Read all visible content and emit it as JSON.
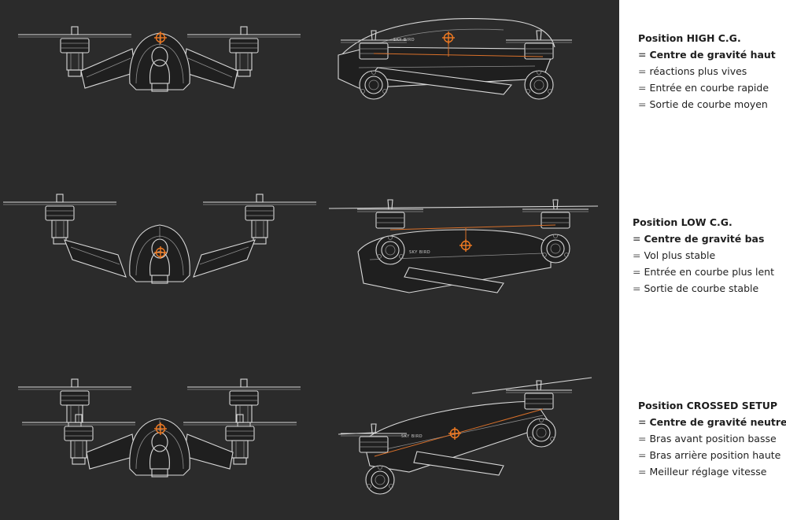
{
  "brand_logo": "SKY BIRD",
  "accent_color": "#f07a22",
  "panel_color": "#2b2b2b",
  "sections": [
    {
      "id": "high",
      "title": "Position HIGH C.G.",
      "items": [
        {
          "marker": "=",
          "text": "Centre de gravité haut",
          "bold": true
        },
        {
          "marker": "=",
          "text": "réactions plus vives",
          "bold": false
        },
        {
          "marker": "=",
          "text": "Entrée en courbe rapide",
          "bold": false
        },
        {
          "marker": "=",
          "text": "Sortie de courbe moyen",
          "bold": false
        }
      ]
    },
    {
      "id": "low",
      "title": "Position LOW C.G.",
      "items": [
        {
          "marker": "=",
          "text": "Centre de gravité bas",
          "bold": true
        },
        {
          "marker": "=",
          "text": "Vol plus stable",
          "bold": false
        },
        {
          "marker": "=",
          "text": "Entrée en courbe plus lent",
          "bold": false
        },
        {
          "marker": "=",
          "text": "Sortie de courbe stable",
          "bold": false
        }
      ]
    },
    {
      "id": "crossed",
      "title": "Position CROSSED SETUP",
      "items": [
        {
          "marker": "=",
          "text": "Centre de gravité neutre",
          "bold": true
        },
        {
          "marker": "=",
          "text": "Bras avant position basse",
          "bold": false
        },
        {
          "marker": "=",
          "text": "Bras arrière position haute",
          "bold": false
        },
        {
          "marker": "=",
          "text": "Meilleur réglage vitesse",
          "bold": false
        }
      ]
    }
  ]
}
